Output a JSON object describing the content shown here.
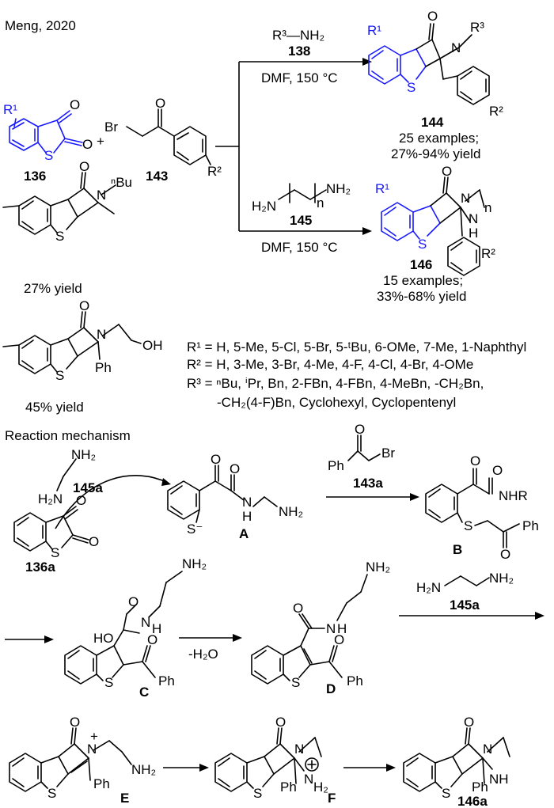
{
  "header": {
    "citation": "Meng, 2020"
  },
  "compounds": {
    "c136": "136",
    "c143": "143",
    "c138": "138",
    "c145": "145",
    "c144": "144",
    "c146": "146",
    "c136a": "136a",
    "c143a": "143a",
    "c145a": "145a",
    "c146a": "146a"
  },
  "reagents": {
    "r138": "R³—NH₂",
    "r145": "NH₂",
    "cond_top": "DMF,  150 °C",
    "cond_bottom": "DMF,  150 °C",
    "dehydration": "-H₂O",
    "plus": "+"
  },
  "results": {
    "r144_examples": "25 examples;",
    "r144_yield": "27%-94% yield",
    "r146_examples": "15 examples;",
    "r146_yield": "33%-68% yield",
    "ex1_yield": "27% yield",
    "ex2_yield": "45% yield"
  },
  "substituents": {
    "R1": "R¹ = H, 5-Me, 5-Cl, 5-Br, 5-ᵗBu, 6-OMe, 7-Me, 1-Naphthyl",
    "R2": "R² = H, 3-Me, 3-Br, 4-Me, 4-F, 4-Cl, 4-Br, 4-OMe",
    "R3a": "R³ = ⁿBu, ⁱPr, Bn, 2-FBn, 4-FBn, 4-MeBn, -CH₂Bn,",
    "R3b": "-CH₂(4-F)Bn, Cyclohexyl, Cyclopentenyl"
  },
  "mechanism": {
    "title": "Reaction mechanism",
    "A": "A",
    "B": "B",
    "C": "C",
    "D": "D",
    "E": "E",
    "F": "F"
  },
  "atoms": {
    "O": "O",
    "S": "S",
    "N": "N",
    "NH": "NH",
    "H": "H",
    "Br": "Br",
    "NH2": "NH₂",
    "H2N": "H₂N",
    "Ph": "Ph",
    "HO": "HO",
    "OH": "OH",
    "NHR": "NHR",
    "nBu": "ⁿBu",
    "R1": "R¹",
    "R2": "R²",
    "R3": "R³",
    "n": "n",
    "Sminus": "S⁻",
    "plus": "+",
    "H2": "H₂"
  }
}
